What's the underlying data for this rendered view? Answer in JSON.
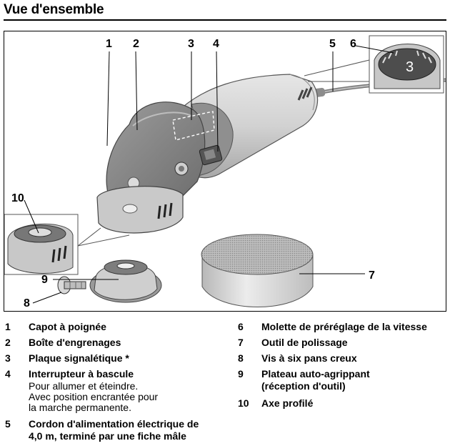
{
  "page": {
    "title": "Vue d'ensemble"
  },
  "figure": {
    "callouts": [
      "1",
      "2",
      "3",
      "4",
      "5",
      "6",
      "7",
      "8",
      "9",
      "10"
    ],
    "speed_dial_value": "3"
  },
  "legend": {
    "left": [
      {
        "num": "1",
        "label": "Capot à poignée"
      },
      {
        "num": "2",
        "label": "Boîte d'engrenages"
      },
      {
        "num": "3",
        "label": "Plaque signalétique *"
      },
      {
        "num": "4",
        "label": "Interrupteur à bascule",
        "desc": [
          "Pour allumer et éteindre.",
          "Avec position encrantée pour",
          "la marche permanente."
        ]
      },
      {
        "num": "5",
        "label": "Cordon d'alimentation électrique de",
        "label2": "4,0 m, terminé par une fiche mâle"
      }
    ],
    "right": [
      {
        "num": "6",
        "label": "Molette de préréglage de la vitesse"
      },
      {
        "num": "7",
        "label": "Outil de polissage"
      },
      {
        "num": "8",
        "label": "Vis à six pans creux"
      },
      {
        "num": "9",
        "label": "Plateau auto-agrippant",
        "label2": "(réception d'outil)"
      },
      {
        "num": "10",
        "label": "Axe profilé"
      }
    ]
  }
}
